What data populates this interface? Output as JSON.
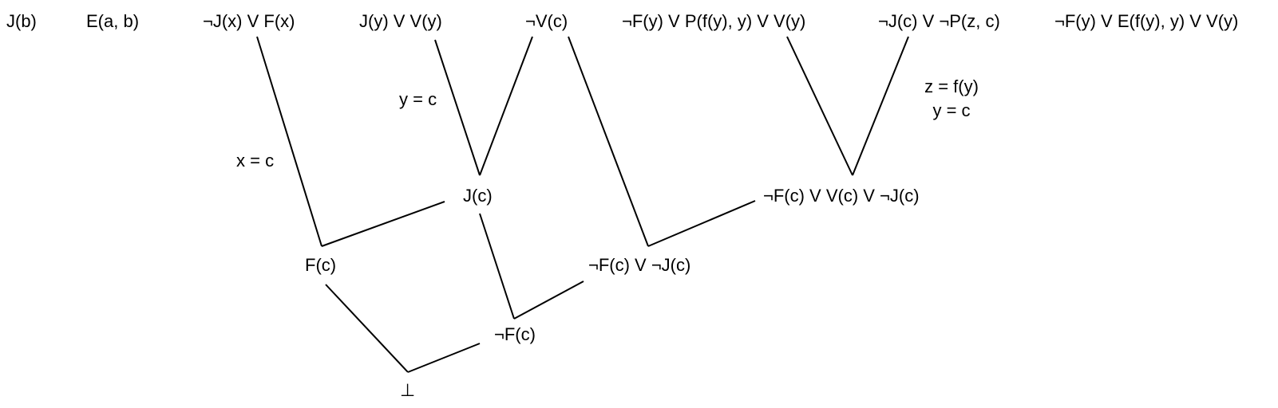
{
  "premises": {
    "jb": "J(b)",
    "eab": "E(a, b)",
    "notj_or_f": "¬J(x) V F(x)",
    "j_or_v": "J(y) V V(y)",
    "notv": "¬V(c)",
    "notf_or_p_or_v": "¬F(y) V P(f(y), y) V V(y)",
    "notj_or_notp": "¬J(c) V ¬P(z, c)",
    "notf_or_e_or_v": "¬F(y) V E(f(y), y) V V(y)"
  },
  "derived": {
    "jc": "J(c)",
    "notf_v_notj": "¬F(c) V V(c) V ¬J(c)",
    "fc": "F(c)",
    "notf_notj": "¬F(c) V ¬J(c)",
    "notfc": "¬F(c)",
    "bottom": "⊥"
  },
  "substitutions": {
    "x_c": "x = c",
    "y_c": "y = c",
    "z_fy": "z = f(y)",
    "y_c_2": "y = c"
  }
}
